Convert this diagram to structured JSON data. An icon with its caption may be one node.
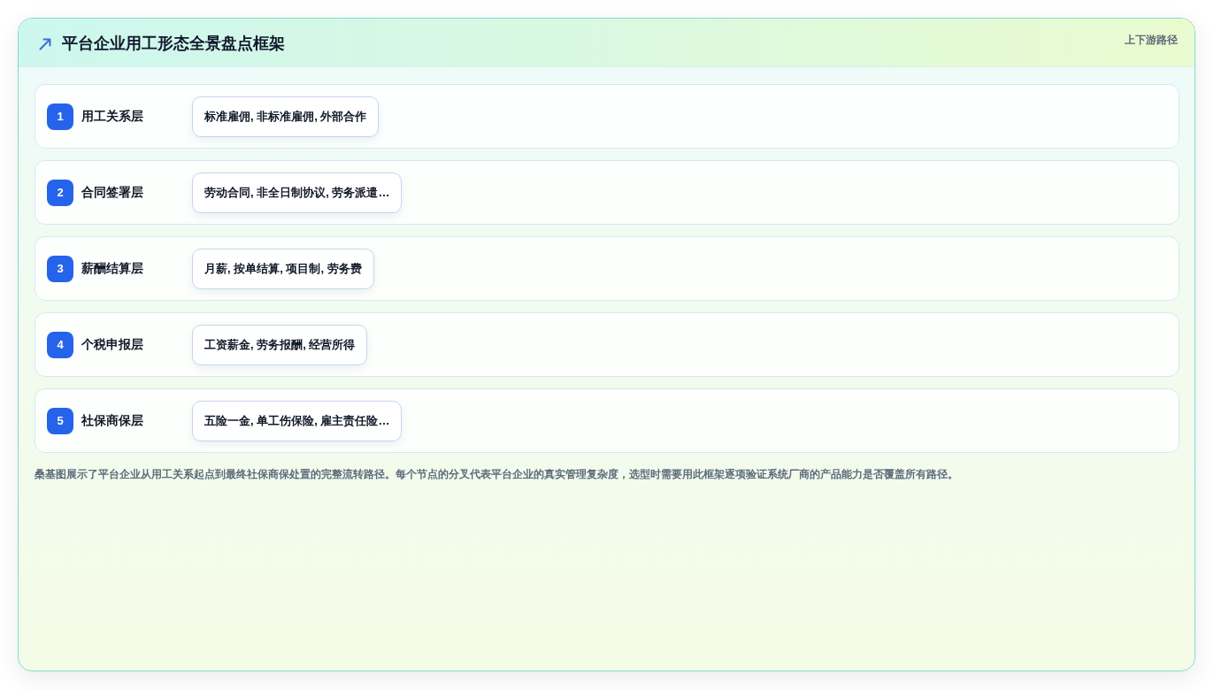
{
  "diagram": {
    "title": "平台企业用工形态全景盘点框架",
    "caption": "桑基图展示了平台企业从用工关系起点到最终社保商保处置的完整流转路径。每个节点的分叉代表平台企业的真实管理复杂度，选型时需要用此框架逐项验证系统厂商的产品能力是否覆盖所有路径。",
    "nodes": [
      {
        "text": [
          "用工关系层"
        ]
      },
      {
        "text": [
          "1"
        ],
        "in": 0
      },
      {
        "text": [
          "标准雇佣, 非标准雇佣, 外部合作"
        ],
        "in": 0
      },
      {
        "text": [
          "合同签署层"
        ]
      },
      {
        "text": [
          "2"
        ],
        "in": 3
      },
      {
        "text": [
          "劳动合同, 非全日制协议, 劳务派遣…"
        ],
        "in": 3
      },
      {
        "text": [
          "薪酬结算层"
        ]
      },
      {
        "text": [
          "3"
        ],
        "in": 6
      },
      {
        "text": [
          "月薪, 按单结算, 项目制, 劳务费"
        ],
        "in": 6
      },
      {
        "text": [
          "个税申报层"
        ]
      },
      {
        "text": [
          "4"
        ],
        "in": 9
      },
      {
        "text": [
          "工资薪金, 劳务报酬, 经营所得"
        ],
        "in": 9
      },
      {
        "text": [
          "社保商保层"
        ]
      },
      {
        "text": [
          "5"
        ],
        "in": 12
      },
      {
        "text": [
          "五险一金, 单工伤保险, 雇主责任险…"
        ],
        "in": 12
      }
    ],
    "labels": [
      "上下游路径"
    ]
  }
}
